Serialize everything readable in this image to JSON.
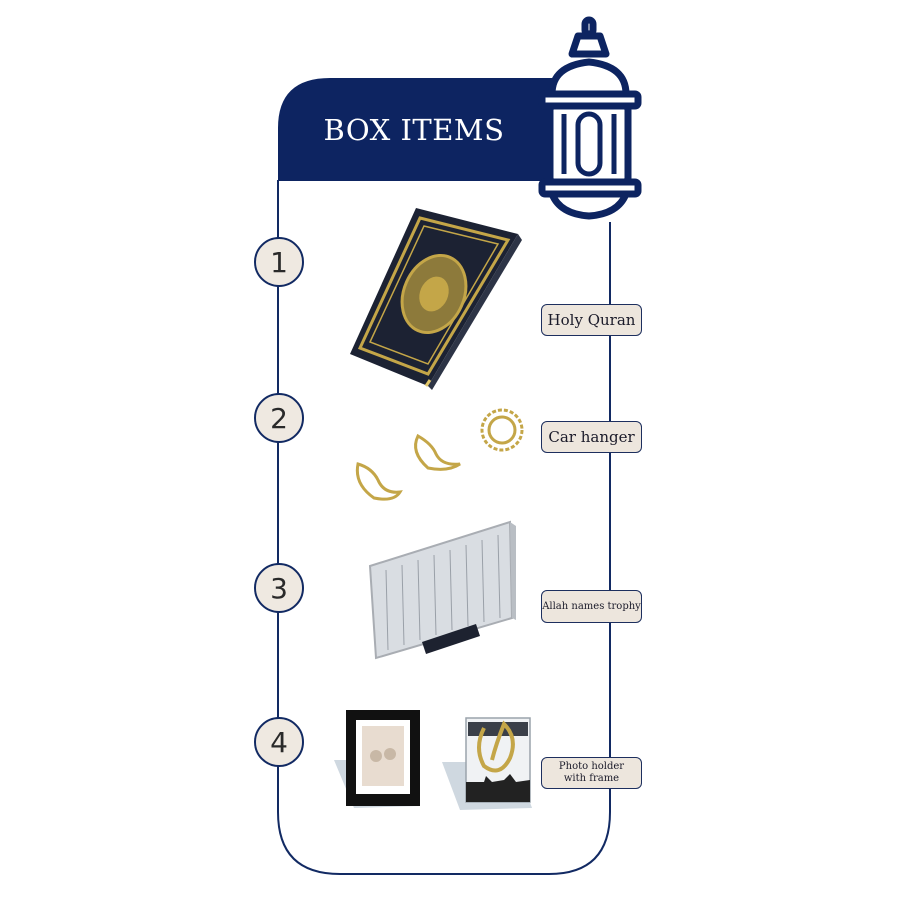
{
  "header": {
    "title": "BOX ITEMS"
  },
  "items": [
    {
      "number": "1",
      "label": "Holy Quran"
    },
    {
      "number": "2",
      "label": "Car hanger"
    },
    {
      "number": "3",
      "label": "Allah names trophy"
    },
    {
      "number": "4",
      "label": "Photo holder\nwith frame"
    }
  ],
  "colors": {
    "navy": "#0d2461",
    "badge": "#efe9e1",
    "gold": "#c4a648"
  },
  "icons": [
    "lantern-icon"
  ]
}
